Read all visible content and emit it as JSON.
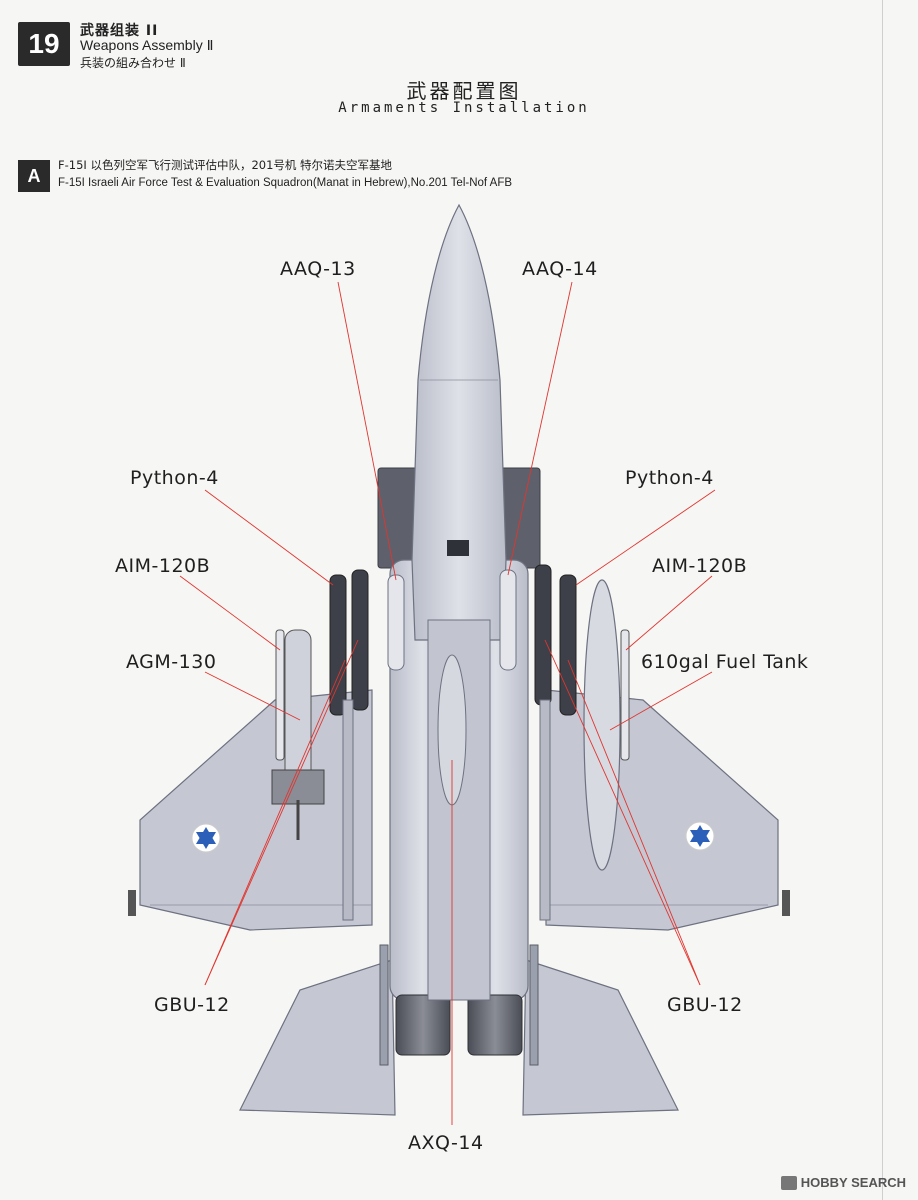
{
  "header": {
    "step_number": "19",
    "title_cn": "武器组装 II",
    "title_en": "Weapons Assembly Ⅱ",
    "title_jp": "兵装の組み合わせ Ⅱ"
  },
  "page": {
    "title_cn": "武器配置图",
    "title_en": "Armaments Installation"
  },
  "variant": {
    "letter": "A",
    "desc_cn": "F-15I 以色列空军飞行测试评估中队，201号机 特尔诺夫空军基地",
    "desc_en": "F-15I  Israeli Air Force Test & Evaluation Squadron(Manat in Hebrew),No.201  Tel-Nof  AFB"
  },
  "callouts": {
    "aaq13": "AAQ-13",
    "aaq14": "AAQ-14",
    "python_left": "Python-4",
    "python_right": "Python-4",
    "aim_left": "AIM-120B",
    "aim_right": "AIM-120B",
    "agm130": "AGM-130",
    "fuel_tank": "610gal Fuel Tank",
    "gbu_left": "GBU-12",
    "gbu_right": "GBU-12",
    "axq14": "AXQ-14"
  },
  "colors": {
    "airframe": "#c9ccd6",
    "airframe_dark": "#9ea3b1",
    "leader_line": "#e0352f",
    "roundel_blue": "#2b5fb8"
  },
  "watermark": {
    "text": "HOBBY SEARCH"
  }
}
